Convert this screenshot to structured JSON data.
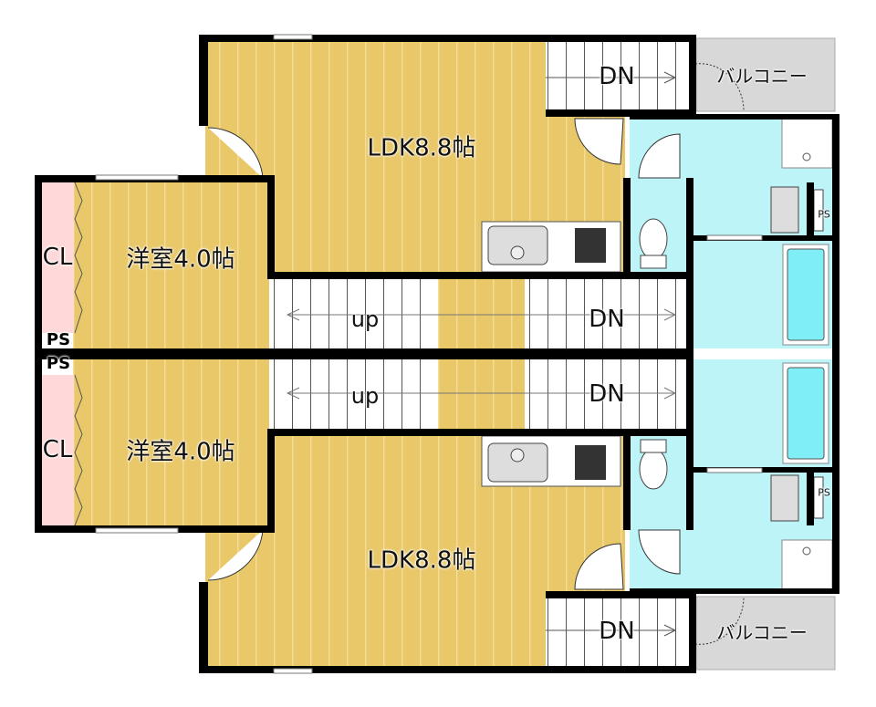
{
  "colors": {
    "flooring": "#E9C86A",
    "flooring_stripe": "#F2D88E",
    "wet_area": "#BDF4F8",
    "bathtub": "#7FEEF7",
    "closet": "#FFD9D9",
    "balcony": "#D8D8D8",
    "wall": "#000000"
  },
  "units": [
    {
      "ldk": "LDK8.8帖",
      "western_room": "洋室4.0帖",
      "closet": "CL",
      "ps_room": "PS",
      "ps_wash": "PS",
      "stair_exterior": "DN",
      "stair_interior_up": "up",
      "stair_interior_down": "DN",
      "balcony": "バルコニー"
    },
    {
      "ldk": "LDK8.8帖",
      "western_room": "洋室4.0帖",
      "closet": "CL",
      "ps_room": "PS",
      "ps_wash": "PS",
      "stair_exterior": "DN",
      "stair_interior_up": "up",
      "stair_interior_down": "DN",
      "balcony": "バルコニー"
    }
  ]
}
